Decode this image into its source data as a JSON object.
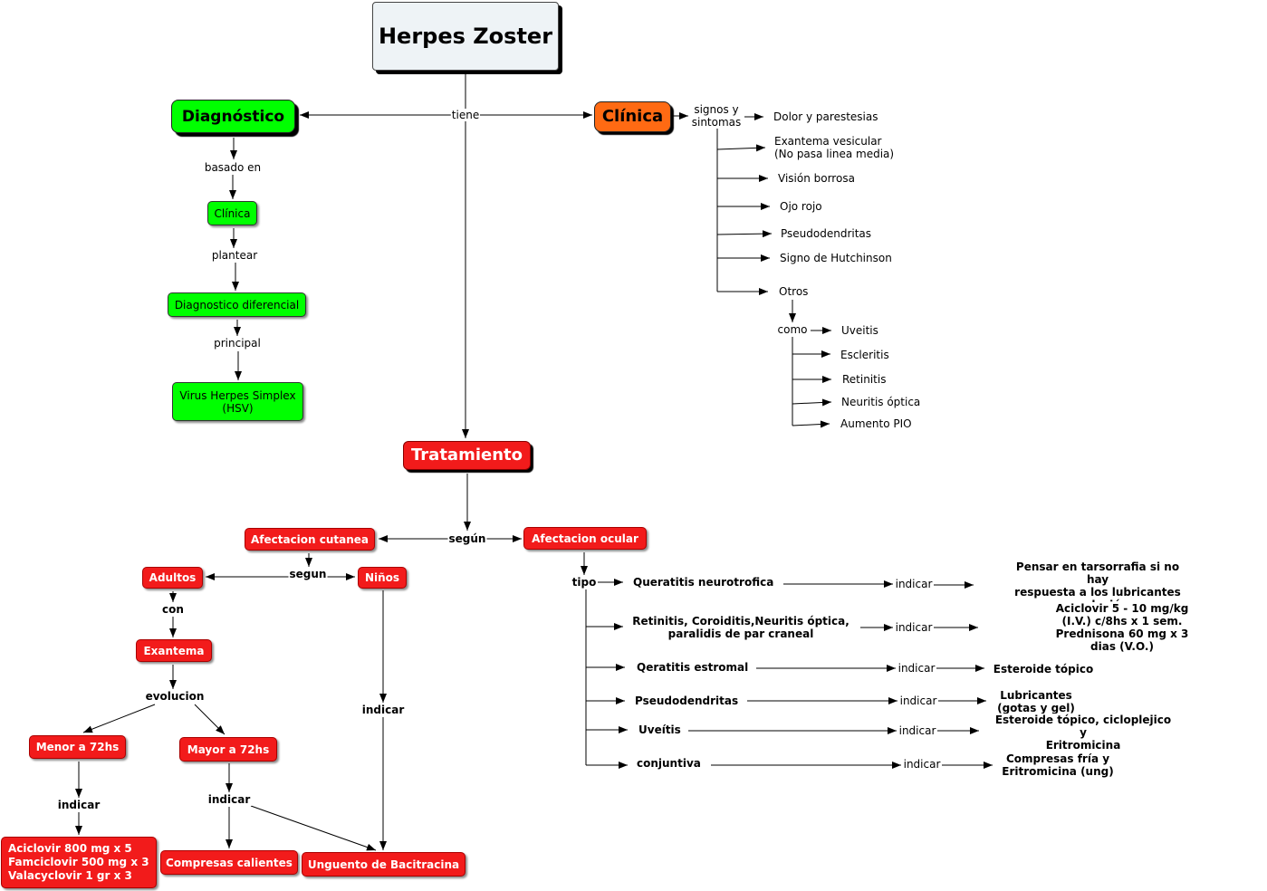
{
  "colors": {
    "root_fill": "#eef3f6",
    "green": "#00ff00",
    "orange": "#ff6a13",
    "red": "#f21b1b",
    "text_on_red": "#ffffff"
  },
  "root": {
    "label": "Herpes Zoster",
    "link": "tiene"
  },
  "diagnostico": {
    "label": "Diagnóstico",
    "basado_en": "basado en",
    "clinica": "Clínica",
    "plantear": "plantear",
    "diferencial": "Diagnostico diferencial",
    "principal": "principal",
    "virus": "Virus Herpes Simplex\n(HSV)"
  },
  "clinica": {
    "label": "Clínica",
    "link": "signos y\nsintomas",
    "signos": [
      "Dolor y parestesias",
      "Exantema vesicular\n(No pasa linea media)",
      "Visión borrosa",
      "Ojo rojo",
      "Pseudodendritas",
      "Signo de Hutchinson",
      "Otros"
    ],
    "otros_link": "como",
    "otros": [
      "Uveitis",
      "Escleritis",
      "Retinitis",
      "Neuritis óptica",
      "Aumento PIO"
    ]
  },
  "tratamiento": {
    "label": "Tratamiento",
    "link": "según",
    "cutanea": {
      "label": "Afectacion cutanea",
      "link": "segun",
      "adultos": {
        "label": "Adultos",
        "con": "con",
        "exantema": "Exantema",
        "evolucion": "evolucion",
        "menor": {
          "label": "Menor a 72hs",
          "link": "indicar",
          "tratamiento": "Aciclovir 800 mg x 5\nFamciclovir 500 mg x 3\nValacyclovir 1 gr x 3"
        },
        "mayor": {
          "label": "Mayor a 72hs",
          "link": "indicar",
          "tratamientos": [
            "Compresas calientes",
            "Unguento de Bacitracina"
          ]
        }
      },
      "ninos": {
        "label": "Niños",
        "link": "indicar"
      }
    },
    "ocular": {
      "label": "Afectacion ocular",
      "link": "tipo",
      "tipos": [
        {
          "tipo": "Queratitis neurotrofica",
          "link": "indicar",
          "indicacion": "Pensar en tarsorrafia si no hay\nrespuesta a los lubricantes y oclusión"
        },
        {
          "tipo": "Retinitis, Coroiditis,Neuritis óptica,\nparalidis de par craneal",
          "link": "indicar",
          "indicacion": "Aciclovir 5 - 10 mg/kg (I.V.) c/8hs x 1 sem.\nPrednisona 60 mg x 3 dias (V.O.)"
        },
        {
          "tipo": "Qeratitis estromal",
          "link": "indicar",
          "indicacion": "Esteroide tópico"
        },
        {
          "tipo": "Pseudodendritas",
          "link": "indicar",
          "indicacion": "Lubricantes\n(gotas y gel)"
        },
        {
          "tipo": "Uveítis",
          "link": "indicar",
          "indicacion": "Esteroide tópico, cicloplejico y\nEritromicina"
        },
        {
          "tipo": "conjuntiva",
          "link": "indicar",
          "indicacion": "Compresas fría y\nEritromicina (ung)"
        }
      ]
    }
  }
}
